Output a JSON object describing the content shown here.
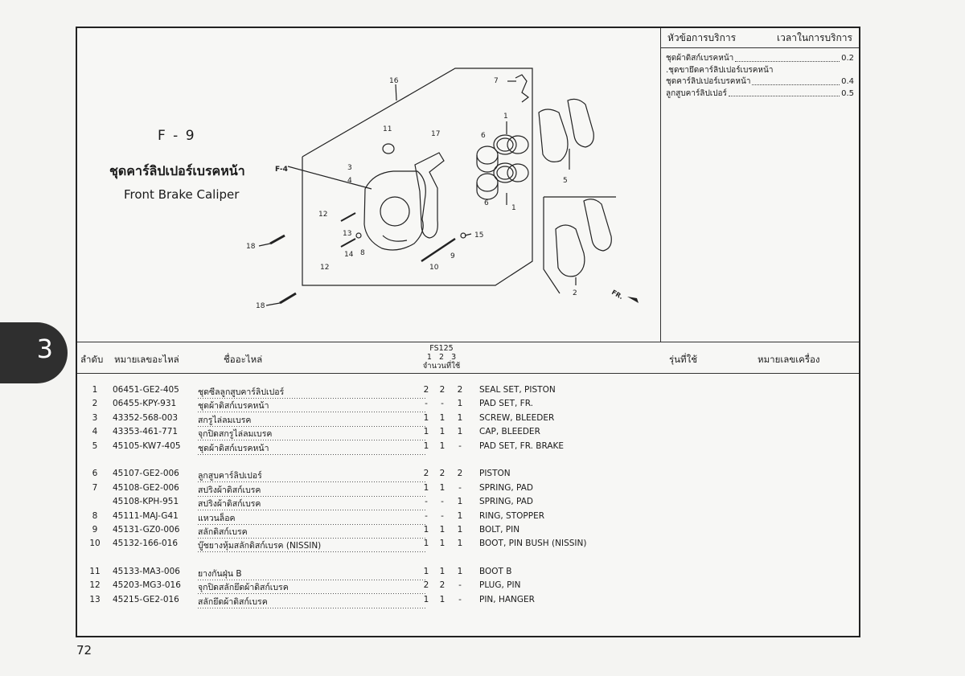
{
  "section_tab": "3",
  "page_number": "72",
  "figure": {
    "code": "F - 9",
    "title_th": "ชุดคาร์ลิปเปอร์เบรคหน้า",
    "title_en": "Front Brake Caliper",
    "ref": "F-4",
    "fr_label": "FR.",
    "callouts": [
      "16",
      "7",
      "1",
      "11",
      "17",
      "6",
      "3",
      "4",
      "5",
      "6",
      "1",
      "12",
      "13",
      "18",
      "14",
      "8",
      "15",
      "10",
      "9",
      "12",
      "2",
      "18"
    ]
  },
  "service": {
    "header_item": "หัวข้อการบริการ",
    "header_time": "เวลาในการบริการ",
    "items": [
      {
        "name": "ชุดผ้าดิสก์เบรคหน้า",
        "time": "0.2"
      },
      {
        "name": ".ชุดขายึดคาร์ลิปเปอร์เบรคหน้า",
        "time": ""
      },
      {
        "name": "ชุดคาร์ลิปเปอร์เบรคหน้า",
        "time": "0.4"
      },
      {
        "name": "ลูกสูบคาร์ลิปเปอร์",
        "time": "0.5"
      }
    ]
  },
  "table_header": {
    "no": "ลำดับ",
    "part_no": "หมายเลขอะไหล่",
    "name": "ชื่ออะไหล่",
    "model": "FS125",
    "cols": "1   2   3",
    "qty": "จำนวนที่ใช้",
    "model_used": "รุ่นที่ใช้",
    "engine_no": "หมายเลขเครื่อง"
  },
  "groups": [
    [
      {
        "no": "1",
        "part": "06451-GE2-405",
        "th": "ชุดซีลลูกสูบคาร์ลิปเปอร์",
        "q1": "2",
        "q2": "2",
        "q3": "2",
        "en": "SEAL SET, PISTON"
      },
      {
        "no": "2",
        "part": "06455-KPY-931",
        "th": "ชุดผ้าดิสก์เบรคหน้า",
        "q1": "-",
        "q2": "-",
        "q3": "1",
        "en": "PAD SET, FR."
      },
      {
        "no": "3",
        "part": "43352-568-003",
        "th": "สกรูไล่ลมเบรค",
        "q1": "1",
        "q2": "1",
        "q3": "1",
        "en": "SCREW, BLEEDER"
      },
      {
        "no": "4",
        "part": "43353-461-771",
        "th": "จุกปิดสกรูไล่ลมเบรค",
        "q1": "1",
        "q2": "1",
        "q3": "1",
        "en": "CAP, BLEEDER"
      },
      {
        "no": "5",
        "part": "45105-KW7-405",
        "th": "ชุดผ้าดิสก์เบรคหน้า",
        "q1": "1",
        "q2": "1",
        "q3": "-",
        "en": "PAD SET, FR. BRAKE"
      }
    ],
    [
      {
        "no": "6",
        "part": "45107-GE2-006",
        "th": "ลูกสูบคาร์ลิปเปอร์",
        "q1": "2",
        "q2": "2",
        "q3": "2",
        "en": "PISTON"
      },
      {
        "no": "7",
        "part": "45108-GE2-006",
        "th": "สปริงผ้าดิสก์เบรค",
        "q1": "1",
        "q2": "1",
        "q3": "-",
        "en": "SPRING, PAD"
      },
      {
        "no": "",
        "part": "45108-KPH-951",
        "th": "สปริงผ้าดิสก์เบรค",
        "q1": "-",
        "q2": "-",
        "q3": "1",
        "en": "SPRING, PAD"
      },
      {
        "no": "8",
        "part": "45111-MAJ-G41",
        "th": "แหวนล็อค",
        "q1": "-",
        "q2": "-",
        "q3": "1",
        "en": "RING, STOPPER"
      },
      {
        "no": "9",
        "part": "45131-GZ0-006",
        "th": "สลักดิสก์เบรค",
        "q1": "1",
        "q2": "1",
        "q3": "1",
        "en": "BOLT, PIN"
      },
      {
        "no": "10",
        "part": "45132-166-016",
        "th": "บู๊ชยางหุ้มสลักดิสก์เบรค (NISSIN)",
        "q1": "1",
        "q2": "1",
        "q3": "1",
        "en": "BOOT, PIN BUSH (NISSIN)"
      }
    ],
    [
      {
        "no": "11",
        "part": "45133-MA3-006",
        "th": "ยางกันฝุ่น B",
        "q1": "1",
        "q2": "1",
        "q3": "1",
        "en": "BOOT B"
      },
      {
        "no": "12",
        "part": "45203-MG3-016",
        "th": "จุกปิดสลักยึดผ้าดิสก์เบรค",
        "q1": "2",
        "q2": "2",
        "q3": "-",
        "en": "PLUG, PIN"
      },
      {
        "no": "13",
        "part": "45215-GE2-016",
        "th": "สลักยึดผ้าดิสก์เบรค",
        "q1": "1",
        "q2": "1",
        "q3": "-",
        "en": "PIN, HANGER"
      }
    ]
  ]
}
